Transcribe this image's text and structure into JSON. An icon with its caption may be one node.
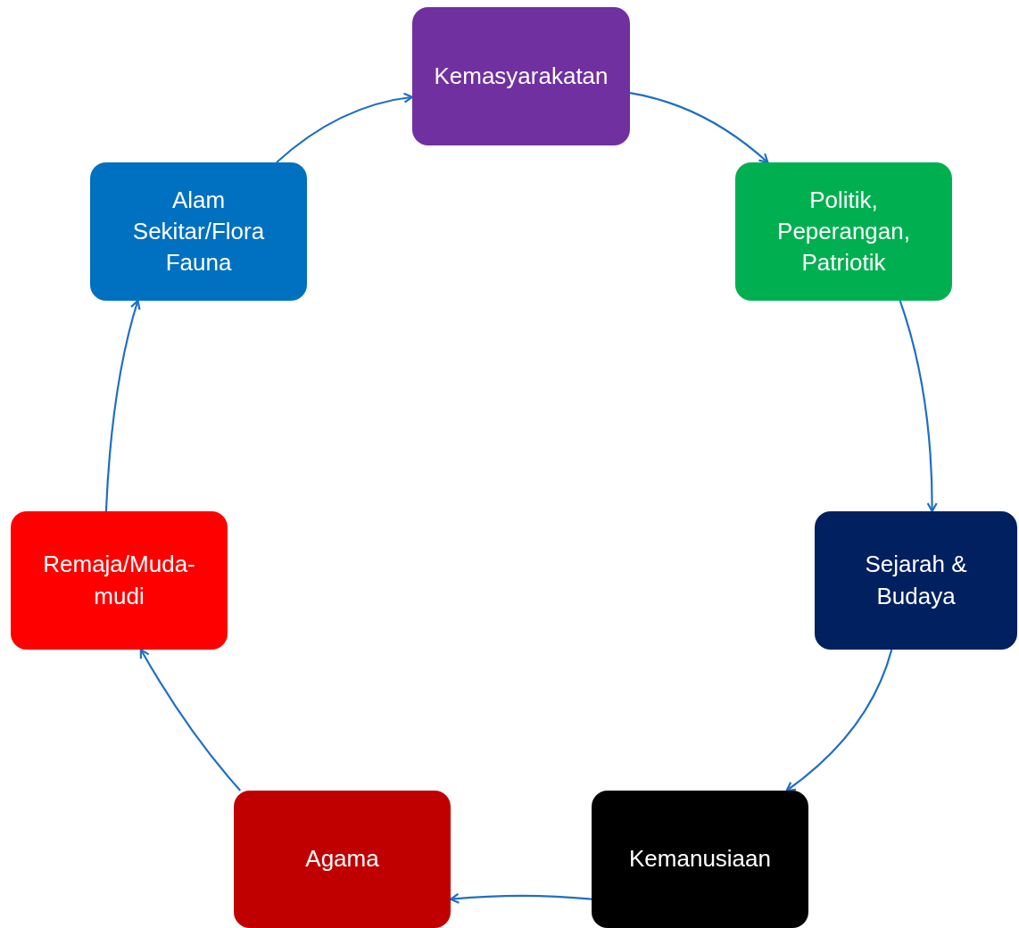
{
  "diagram": {
    "nodes": [
      {
        "text": [
          "Kemasyarakatan"
        ]
      },
      {
        "text": [
          "Politik, Peperangan, Patriotik"
        ]
      },
      {
        "text": [
          "Sejarah & Budaya"
        ]
      },
      {
        "text": [
          "Kemanusiaan"
        ]
      },
      {
        "text": [
          "Agama"
        ]
      },
      {
        "text": [
          "Remaja/Muda-mudi"
        ]
      },
      {
        "text": [
          "Alam Sekitar/Flora Fauna"
        ]
      }
    ],
    "edges": [
      {
        "from": 6,
        "to": 0,
        "arrow": "to"
      },
      {
        "from": 0,
        "to": 1,
        "arrow": "to"
      },
      {
        "from": 1,
        "to": 2,
        "arrow": "to"
      },
      {
        "from": 2,
        "to": 3,
        "arrow": "to"
      },
      {
        "from": 3,
        "to": 4,
        "arrow": "to"
      },
      {
        "from": 4,
        "to": 5,
        "arrow": "to"
      },
      {
        "from": 5,
        "to": 6,
        "arrow": "to"
      }
    ]
  }
}
